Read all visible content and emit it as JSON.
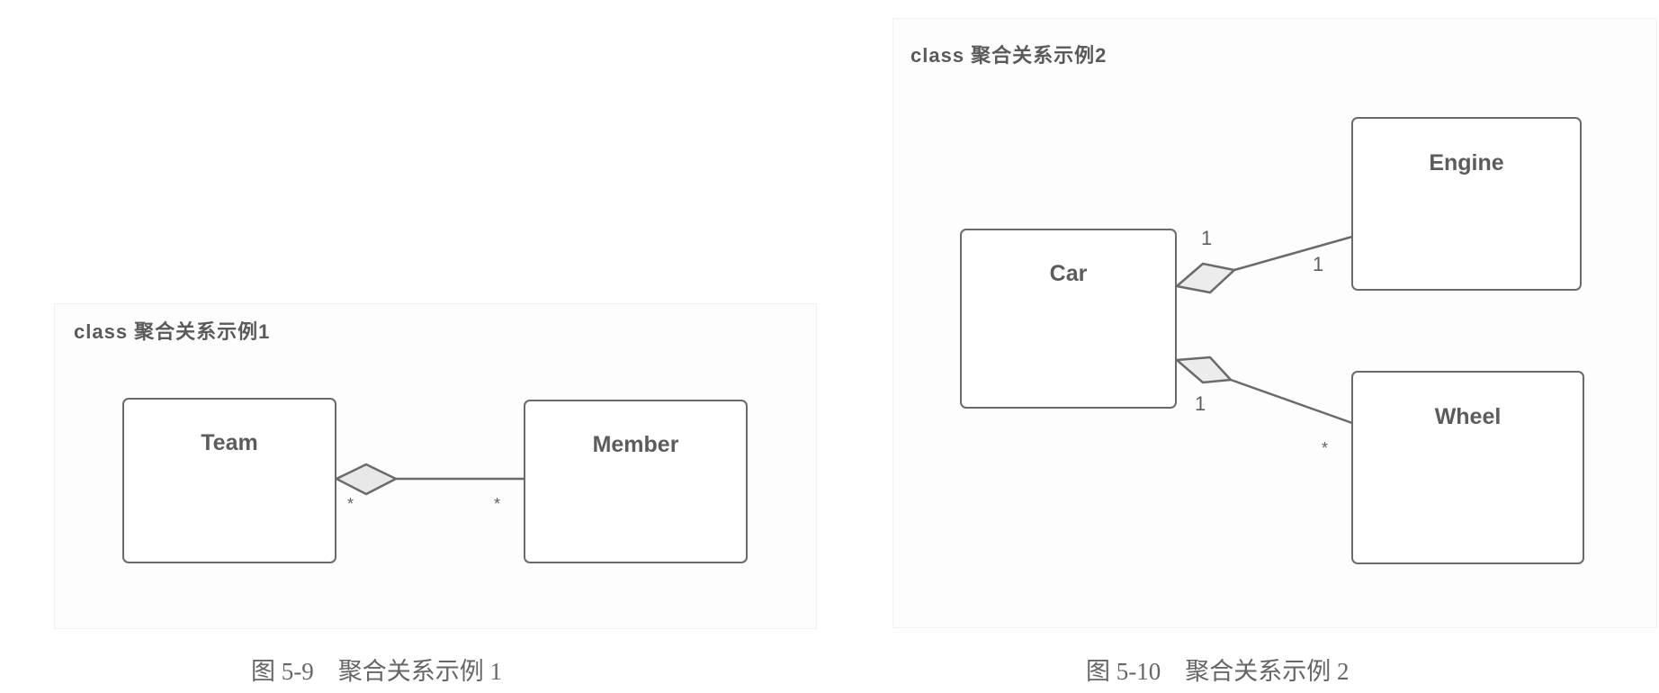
{
  "diagram1": {
    "frame_title": "class 聚合关系示例1",
    "classes": {
      "team": {
        "name": "Team"
      },
      "member": {
        "name": "Member"
      }
    },
    "association": {
      "type": "aggregation",
      "whole": "Team",
      "part": "Member",
      "whole_multiplicity": "*",
      "part_multiplicity": "*"
    },
    "caption": "图 5-9　聚合关系示例 1"
  },
  "diagram2": {
    "frame_title": "class 聚合关系示例2",
    "classes": {
      "car": {
        "name": "Car"
      },
      "engine": {
        "name": "Engine"
      },
      "wheel": {
        "name": "Wheel"
      }
    },
    "associations": [
      {
        "type": "aggregation",
        "whole": "Car",
        "part": "Engine",
        "whole_multiplicity": "1",
        "part_multiplicity": "1"
      },
      {
        "type": "aggregation",
        "whole": "Car",
        "part": "Wheel",
        "whole_multiplicity": "1",
        "part_multiplicity": "*"
      }
    ],
    "caption": "图 5-10　聚合关系示例 2"
  },
  "colors": {
    "line": "#6a6a6a",
    "diamond_fill": "#e8e8e8",
    "text": "#5a5a5a",
    "frame_bg": "#fdfdfd"
  }
}
